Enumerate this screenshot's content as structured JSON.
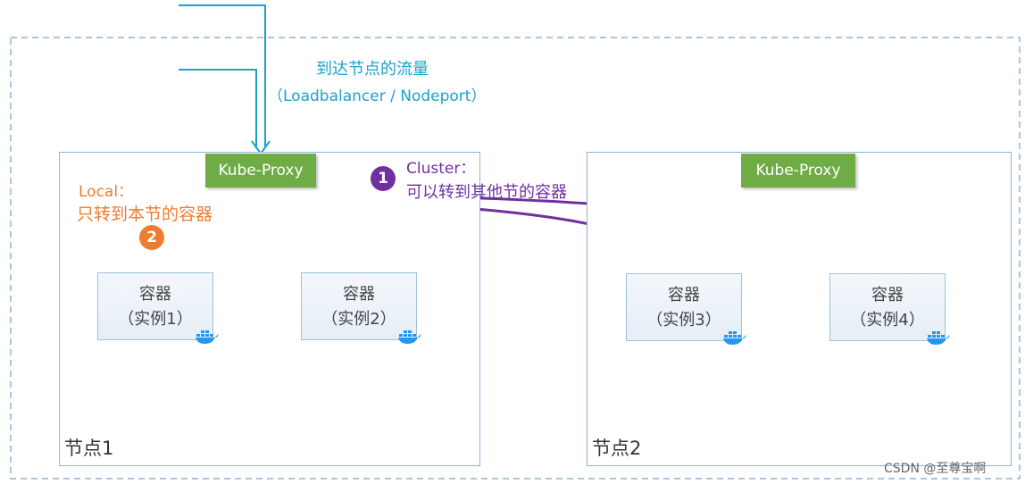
{
  "traffic": {
    "title": "到达节点的流量",
    "subtitle": "（Loadbalancer / Nodeport）"
  },
  "nodes": [
    {
      "label": "节点1",
      "proxy": "Kube-Proxy"
    },
    {
      "label": "节点2",
      "proxy": "Kube-Proxy"
    }
  ],
  "local": {
    "badge": "2",
    "title": "Local：",
    "desc": "只转到本节的容器"
  },
  "cluster": {
    "badge": "1",
    "title": "Cluster：",
    "desc": "可以转到其他节的容器"
  },
  "containers": [
    {
      "title": "容器",
      "instance": "（实例1）"
    },
    {
      "title": "容器",
      "instance": "（实例2）"
    },
    {
      "title": "容器",
      "instance": "（实例3）"
    },
    {
      "title": "容器",
      "instance": "（实例4）"
    }
  ],
  "watermark": "CSDN @至尊宝啊",
  "colors": {
    "cyan": "#1aa3cc",
    "orange": "#ed7d31",
    "purple": "#7030a0",
    "green": "#6fac46",
    "box_border": "#8fb4d8"
  }
}
